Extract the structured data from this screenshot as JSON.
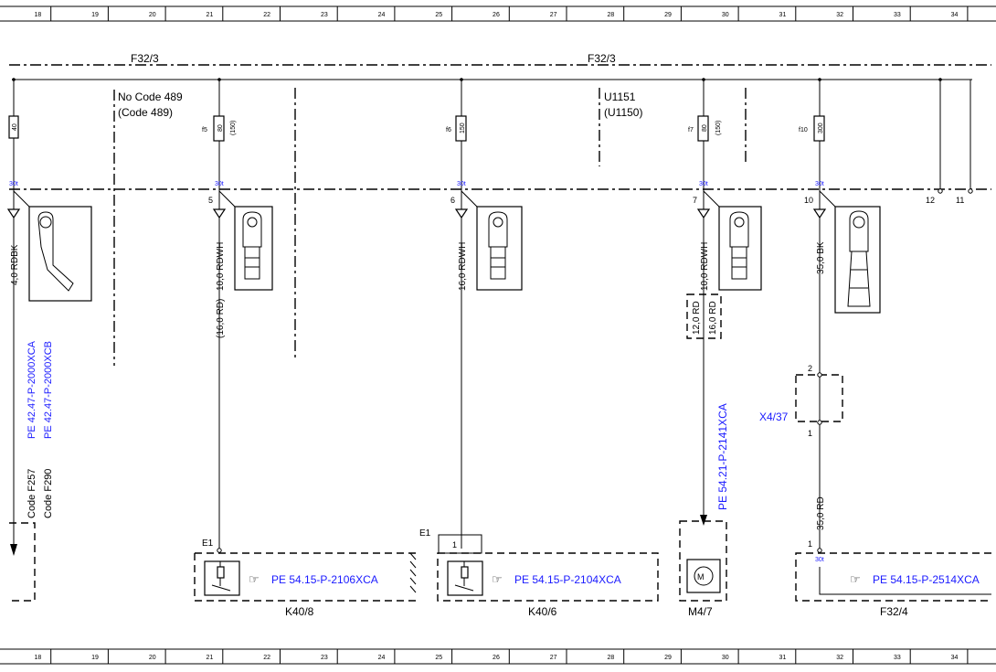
{
  "grid_numbers": [
    "18",
    "19",
    "20",
    "21",
    "22",
    "23",
    "24",
    "25",
    "26",
    "27",
    "28",
    "29",
    "30",
    "31",
    "32",
    "33",
    "34"
  ],
  "bus": {
    "left_label": "F32/3",
    "right_label": "F32/3"
  },
  "conditions": {
    "no_code": "No  Code 489",
    "code": "(Code 489)",
    "u1151": "U1151",
    "u1150": "(U1150)"
  },
  "terminal_label": "30t",
  "fuses": [
    {
      "rating": "40",
      "name": "",
      "alt": ""
    },
    {
      "rating": "80",
      "name": "f5",
      "alt": "(150)"
    },
    {
      "rating": "150",
      "name": "f6",
      "alt": ""
    },
    {
      "rating": "80",
      "name": "f7",
      "alt": "(150)"
    },
    {
      "rating": "300",
      "name": "f10",
      "alt": ""
    }
  ],
  "pins": [
    "5",
    "6",
    "7",
    "10",
    "12",
    "11"
  ],
  "wires": {
    "w1": "4,0 RDBK",
    "w2a": "10,0 RDWH",
    "w2b": "(16,0 RD)",
    "w3": "16,0 RDWH",
    "w4a": "10,0 RDWH",
    "w4b": "12,0 RD",
    "w4c": "16,0 RD",
    "w5a": "35,0 BK",
    "w5b": "35,0 RD"
  },
  "refs": {
    "left_1": "PE 42.47-P-2000XCA",
    "left_2": "PE 42.47-P-2000XCB",
    "vertical": "PE 54.21-P-2141XCA",
    "k408": "PE 54.15-P-2106XCA",
    "k406": "PE 54.15-P-2104XCA",
    "f324": "PE 54.15-P-2514XCA"
  },
  "codes": {
    "code_a": "Code F257",
    "code_b": "Code F290"
  },
  "components": {
    "k408": "K40/8",
    "k406": "K40/6",
    "m47": "M4/7",
    "f324": "F32/4",
    "x437": "X4/37",
    "e1a": "E1",
    "e1b": "E1"
  },
  "connector_pins": {
    "x437_top": "2",
    "x437_bottom": "1",
    "f324_pin": "1",
    "k406_pin": "1"
  },
  "icons": {
    "pointer": "pointing-hand-icon",
    "relay": "relay-icon",
    "motor": "motor-icon",
    "lug": "cable-lug-icon"
  }
}
